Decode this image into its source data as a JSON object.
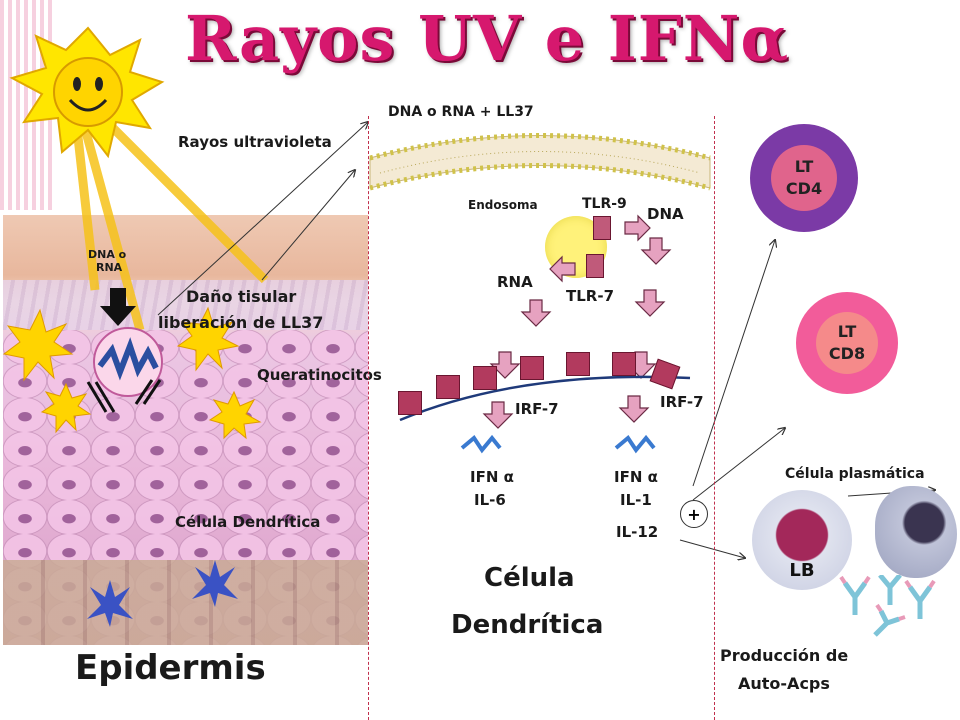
{
  "title": "Rayos UV e IFNα",
  "left": {
    "rayos": "Rayos ultravioleta",
    "dna_o_rna": [
      "DNA o",
      "RNA"
    ],
    "dano_tisular": "Daño tisular",
    "liberacion": "liberación de LL37",
    "queratinocitos": "Queratinocitos",
    "celula_dendritica_small": "Célula Dendrítica",
    "epidermis": "Epidermis"
  },
  "middle": {
    "dna_rna_ll37": "DNA o RNA + LL37",
    "endosoma": "Endosoma",
    "tlr9": "TLR-9",
    "dna": "DNA",
    "rna": "RNA",
    "tlr7": "TLR-7",
    "irf7_left": "IRF-7",
    "irf7_right": "IRF-7",
    "ifn_left": "IFN α",
    "il6": "IL-6",
    "ifn_right": "IFN α",
    "il1": "IL-1",
    "il12": "IL-12",
    "celula": "Célula",
    "dendritica": "Dendrítica"
  },
  "right": {
    "lt_cd4": [
      "LT",
      "CD4"
    ],
    "lt_cd8": [
      "LT",
      "CD8"
    ],
    "plus": "+",
    "celula_plasmatica": "Célula plasmática",
    "lb": "LB",
    "produccion": "Producción de",
    "auto_acps": "Auto-Acps"
  },
  "colors": {
    "title": "#d6186e",
    "cd4_outer": "#7b3aa6",
    "cd4_inner": "#e0648c",
    "cd8_outer": "#f25c9a",
    "cd8_inner": "#f58a8a",
    "arrow_pink": "#e6a2c0",
    "square": "#b23a5e",
    "sun": "#ffd400"
  }
}
